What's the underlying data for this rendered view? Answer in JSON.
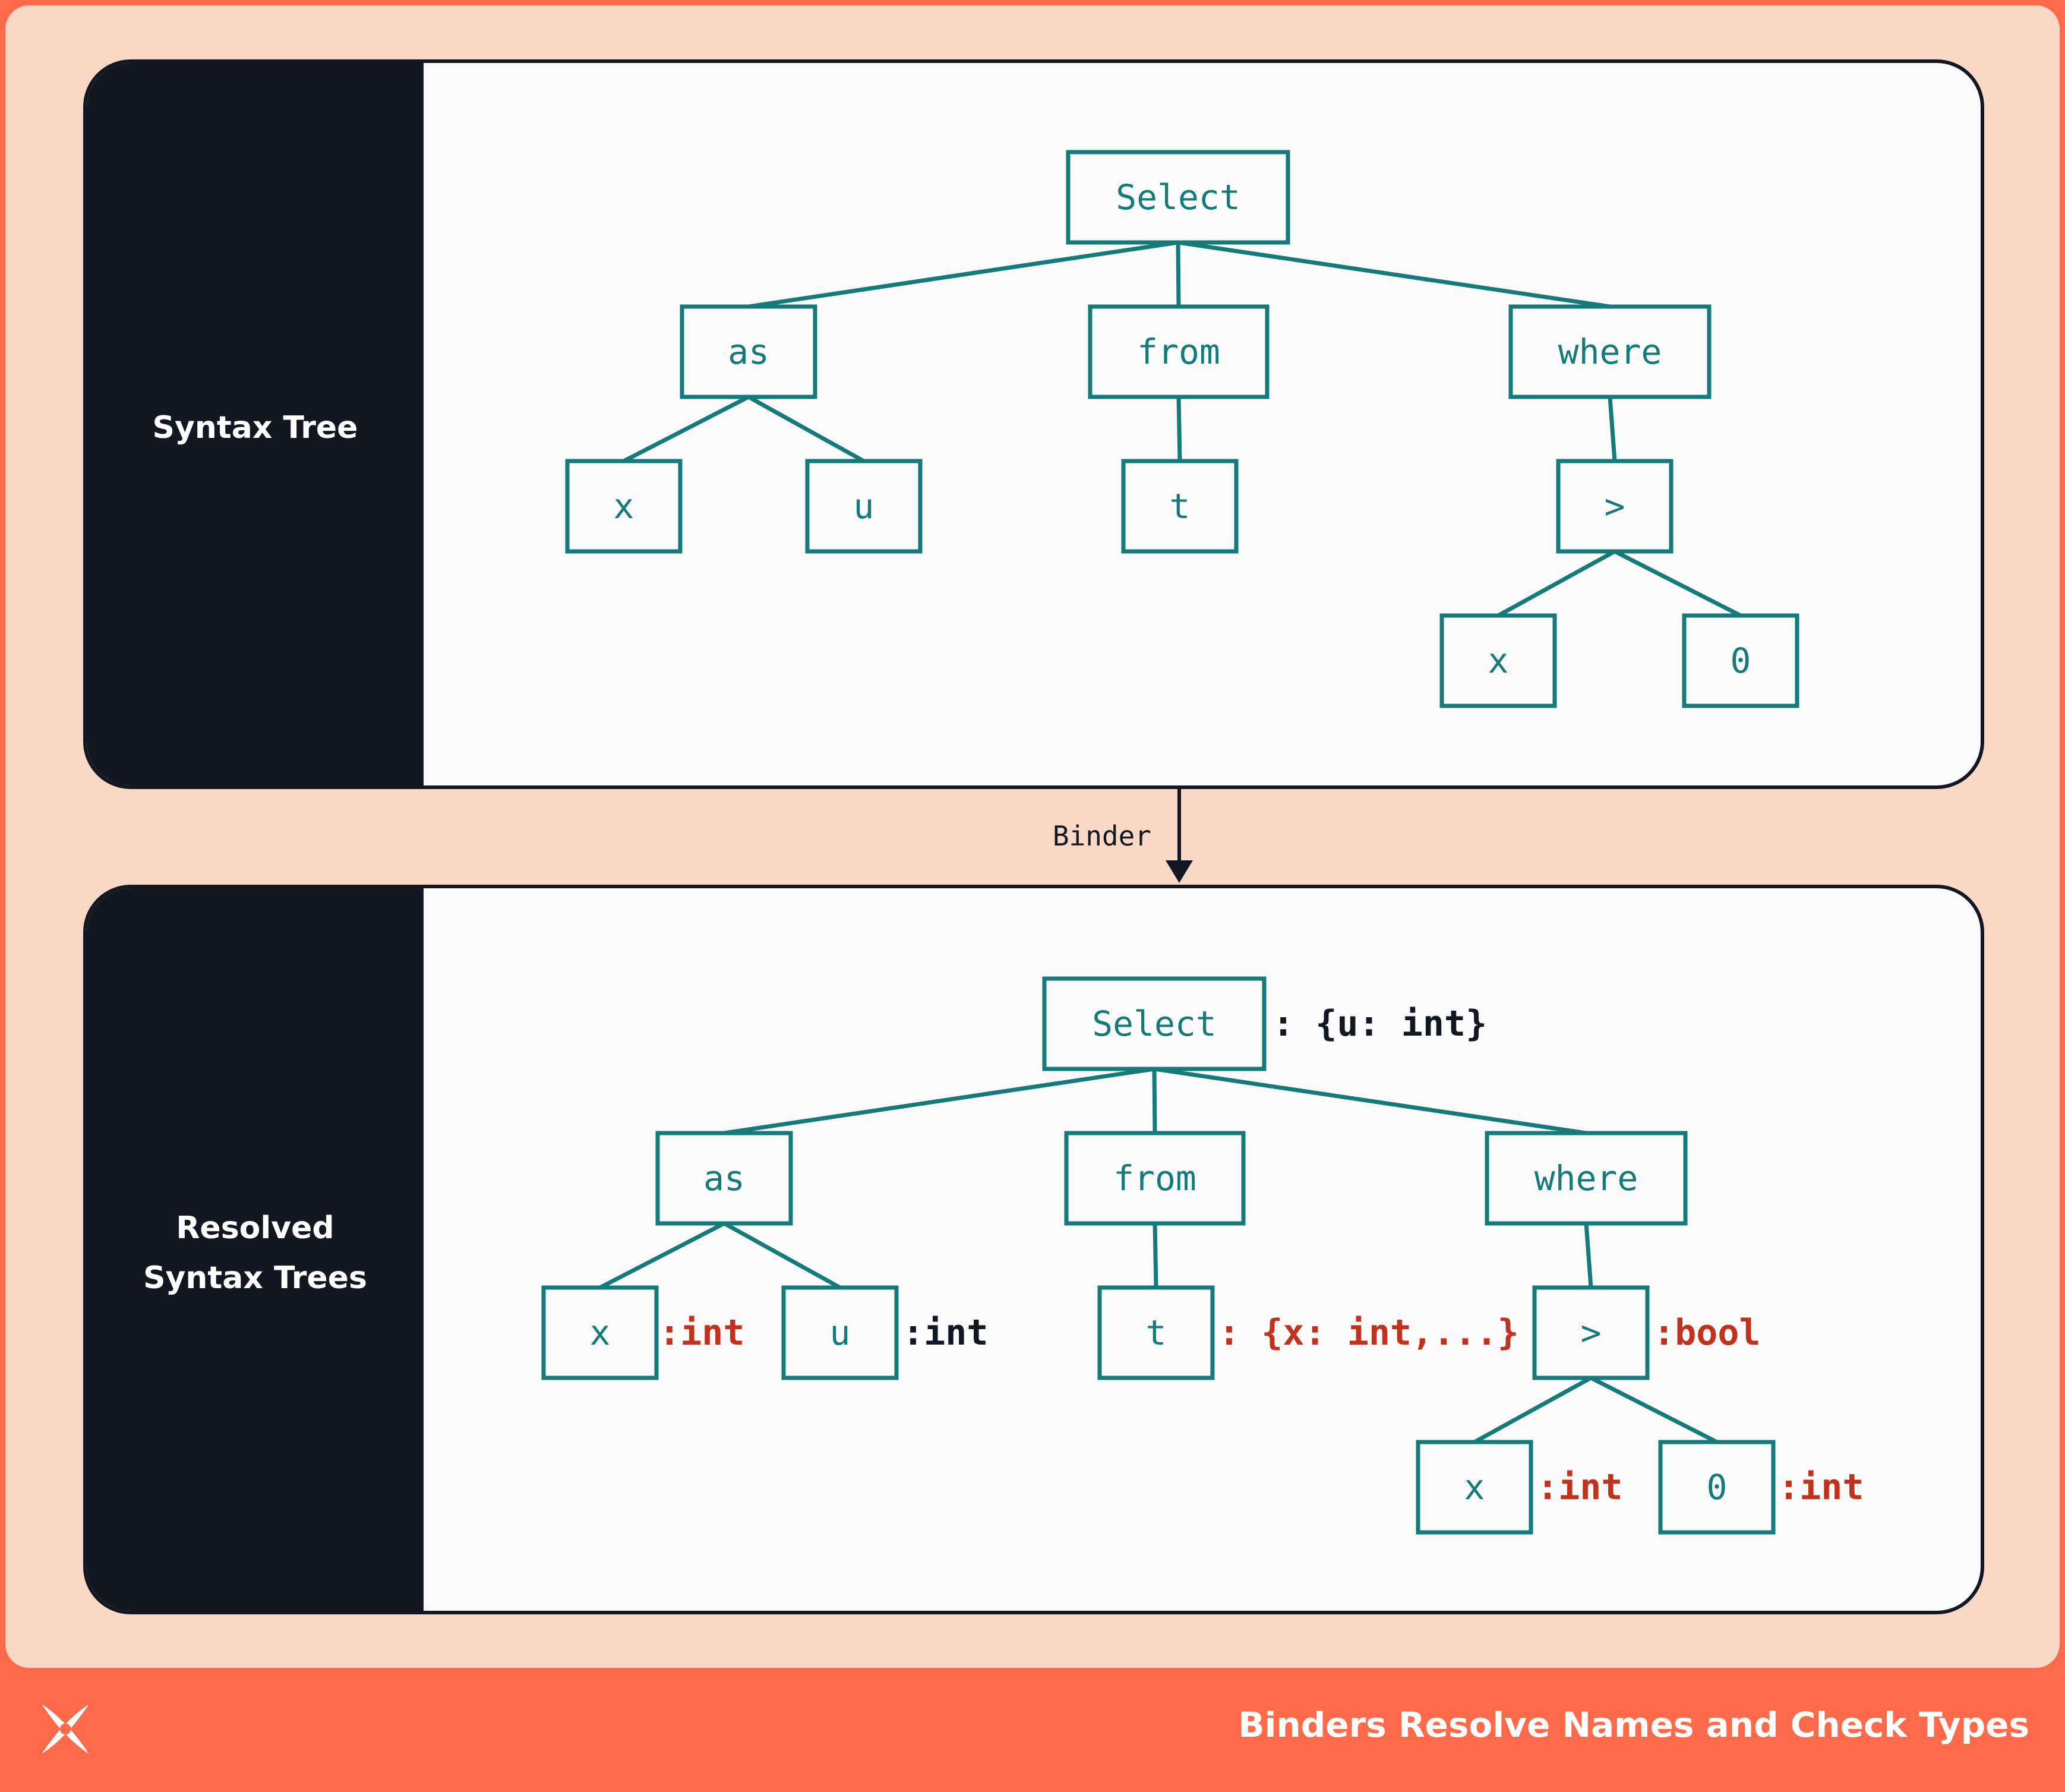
{
  "colors": {
    "frame": "#ff6b4a",
    "background": "#f9d9c6",
    "panel": "#fafafa",
    "sidebar": "#131722",
    "node": "#147a7a",
    "annotation_red": "#c0321e",
    "annotation_dark": "#131722"
  },
  "footer": {
    "title": "Binders Resolve Names and Check Types",
    "logo_icon": "x-logo-icon"
  },
  "arrow": {
    "label": "Binder"
  },
  "panels": [
    {
      "label_lines": [
        "Syntax Tree"
      ],
      "nodes": [
        {
          "id": "select",
          "label": "Select"
        },
        {
          "id": "as",
          "label": "as"
        },
        {
          "id": "from",
          "label": "from"
        },
        {
          "id": "where",
          "label": "where"
        },
        {
          "id": "x1",
          "label": "x"
        },
        {
          "id": "u",
          "label": "u"
        },
        {
          "id": "t",
          "label": "t"
        },
        {
          "id": "gt",
          "label": ">"
        },
        {
          "id": "x2",
          "label": "x"
        },
        {
          "id": "zero",
          "label": "0"
        }
      ],
      "annotations": []
    },
    {
      "label_lines": [
        "Resolved",
        "Syntax Trees"
      ],
      "nodes": [
        {
          "id": "select",
          "label": "Select"
        },
        {
          "id": "as",
          "label": "as"
        },
        {
          "id": "from",
          "label": "from"
        },
        {
          "id": "where",
          "label": "where"
        },
        {
          "id": "x1",
          "label": "x"
        },
        {
          "id": "u",
          "label": "u"
        },
        {
          "id": "t",
          "label": "t"
        },
        {
          "id": "gt",
          "label": ">"
        },
        {
          "id": "x2",
          "label": "x"
        },
        {
          "id": "zero",
          "label": "0"
        }
      ],
      "annotations": [
        {
          "node": "select",
          "text": ": {u: int}",
          "color": "dark"
        },
        {
          "node": "x1",
          "text": ":int",
          "color": "red"
        },
        {
          "node": "u",
          "text": ":int",
          "color": "dark"
        },
        {
          "node": "t",
          "text": ": {x: int,...}",
          "color": "red"
        },
        {
          "node": "gt",
          "text": ":bool",
          "color": "red"
        },
        {
          "node": "x2",
          "text": ":int",
          "color": "red"
        },
        {
          "node": "zero",
          "text": ":int",
          "color": "red"
        }
      ]
    }
  ],
  "edges": [
    [
      "select",
      "as"
    ],
    [
      "select",
      "from"
    ],
    [
      "select",
      "where"
    ],
    [
      "as",
      "x1"
    ],
    [
      "as",
      "u"
    ],
    [
      "from",
      "t"
    ],
    [
      "where",
      "gt"
    ],
    [
      "gt",
      "x2"
    ],
    [
      "gt",
      "zero"
    ]
  ]
}
